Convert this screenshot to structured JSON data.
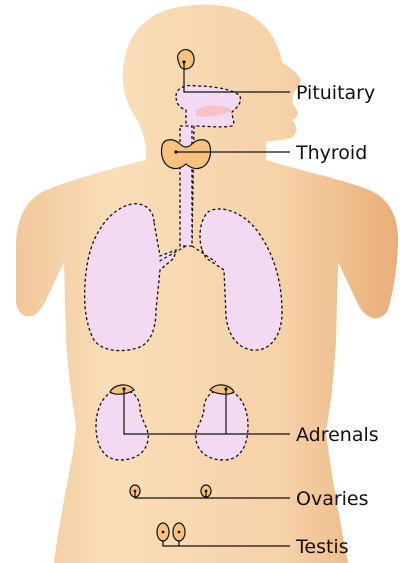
{
  "labels": {
    "pituitary": "Pituitary",
    "thyroid": "Thyroid",
    "adrenals": "Adrenals",
    "ovaries": "Ovaries",
    "testis": "Testis"
  },
  "colors": {
    "skin_light": "#f8ddb5",
    "skin_dark": "#ecb47f",
    "organ_fill": "#f4d9f2",
    "gland_fill": "#f7c37c",
    "outline": "#111111"
  }
}
